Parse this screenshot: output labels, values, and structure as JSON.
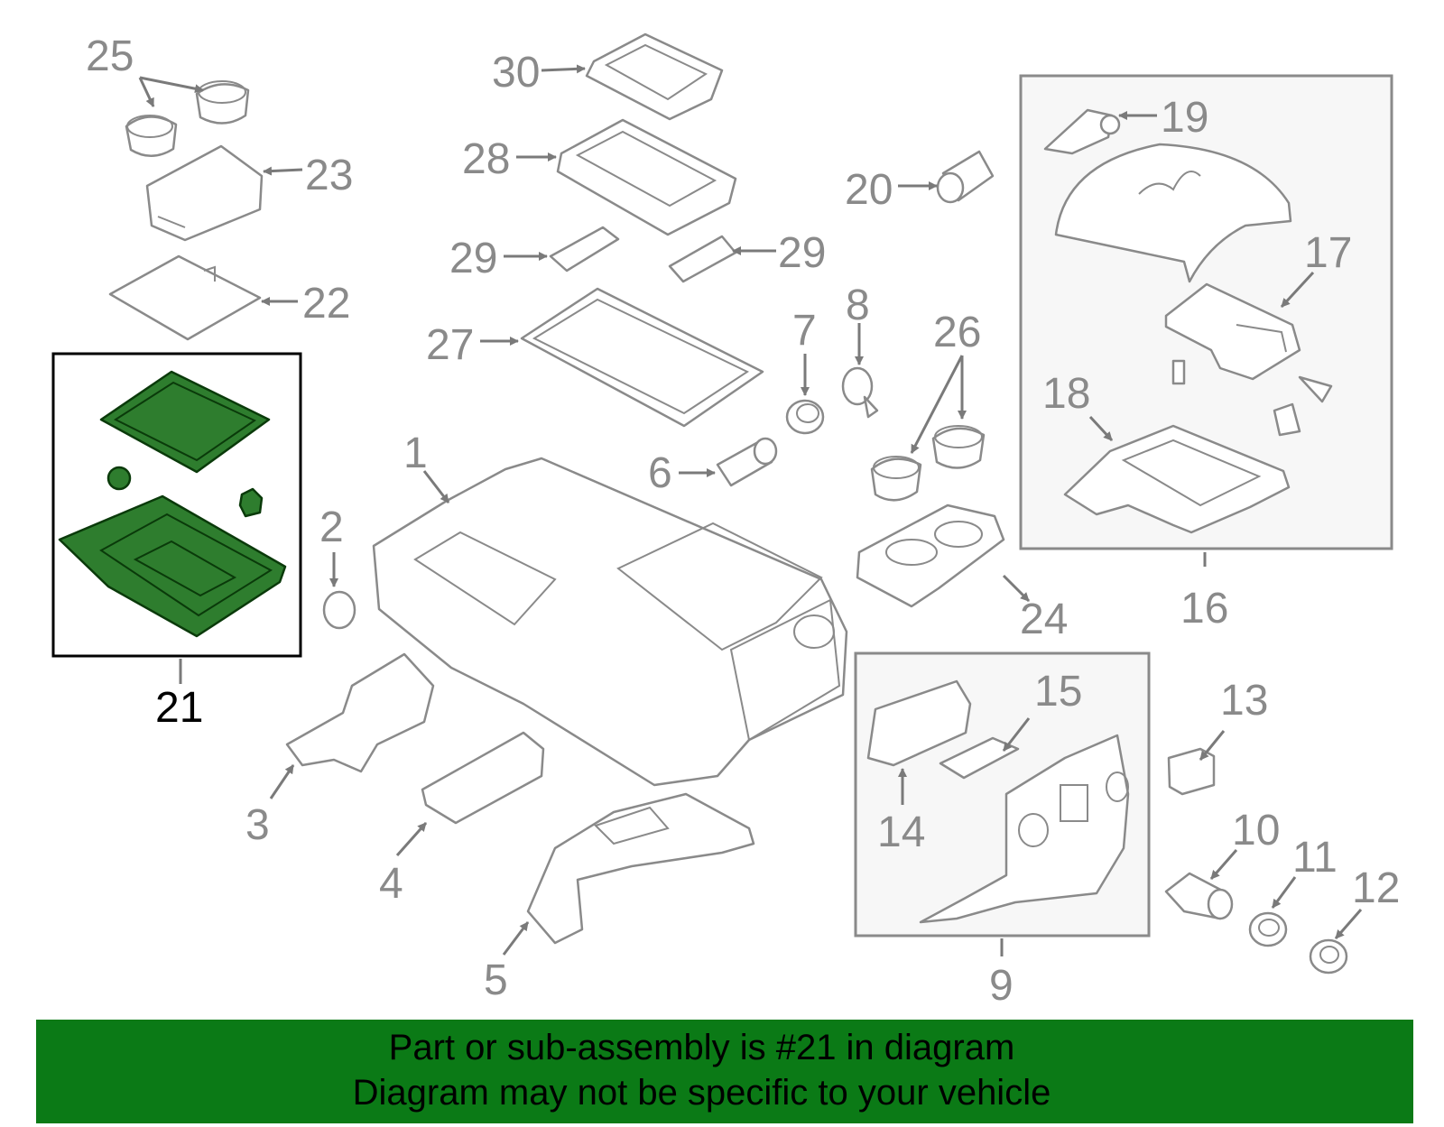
{
  "callouts": {
    "c1": "1",
    "c2": "2",
    "c3": "3",
    "c4": "4",
    "c5": "5",
    "c6": "6",
    "c7": "7",
    "c8": "8",
    "c9": "9",
    "c10": "10",
    "c11": "11",
    "c12": "12",
    "c13": "13",
    "c14": "14",
    "c15": "15",
    "c16": "16",
    "c17": "17",
    "c18": "18",
    "c19": "19",
    "c20": "20",
    "c21": "21",
    "c22": "22",
    "c23": "23",
    "c24": "24",
    "c25": "25",
    "c26": "26",
    "c27": "27",
    "c28": "28",
    "c29a": "29",
    "c29b": "29",
    "c30": "30"
  },
  "banner": {
    "line1": "Part or sub-assembly is #21 in diagram",
    "line2": "Diagram may not be specific to your vehicle"
  },
  "colors": {
    "highlight_part": "#2e7d2e",
    "banner": "#0b7a16",
    "line_art": "#8a8a8a"
  }
}
